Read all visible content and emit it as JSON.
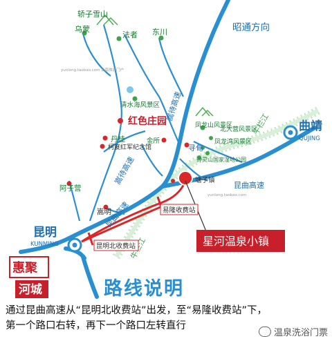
{
  "places": {
    "jiaozi_snow_mountain": "轿子雪山",
    "wumeng": "乌蒙",
    "faze": "法者",
    "dongchuan": "东川",
    "zhaotong_direction": "昭通方向",
    "qingshuihai": "清水海风景区",
    "red_manor": "红色庄园",
    "dangui": "丹桂",
    "kedu_memorial": "柯度红军纪念馆",
    "jinsuo": "金所",
    "xundian": "寻甸",
    "fenglongshan": "凤龙山风景区",
    "beidaying": "北大营风景区",
    "fenglongwan": "凤龙湾风景区",
    "zhongxingshan": "钟灵山国家湿地公园",
    "tangzi_town": "塘子镇",
    "azige": "阿子营",
    "songming": "嵩明",
    "yilong_toll": "易隆收费站",
    "kunming_north_toll": "昆明北收费站",
    "kunming": "昆明",
    "kunming_en": "KUNMING",
    "qujing": "曲靖",
    "qujing_en": "QUJING",
    "hotspring_town": "星河温泉小镇"
  },
  "roads": {
    "songxun_expressway_1": "嵩待高速",
    "songxun_expressway_2": "嵩待高速",
    "kunqu_expressway_1": "昆曲高速",
    "kunqu_expressway_2": "昆曲高速",
    "niulan_river_1": "牛栏江",
    "niulan_river_2": "牛栏江"
  },
  "stamp": {
    "top": "惠聚",
    "bottom": "河城"
  },
  "route": {
    "title": "路线说明",
    "line1": "通过昆曲高速从“昆明北收费站”出发，至“易隆收费站”下，",
    "line2": "第一个路口右转，再下一个路口左转直行"
  },
  "watermark": {
    "account": "温泉洗浴门票",
    "site_small": "yunlong.taobao.com 云南旅游门户",
    "site_small_2": "yunlong.taobao.com"
  },
  "colors": {
    "road": "#2a8fd1",
    "expressway": "#d9262b",
    "river": "#b5dfb8",
    "town_dot": "#d9262b",
    "accent_red": "#c8202a"
  }
}
